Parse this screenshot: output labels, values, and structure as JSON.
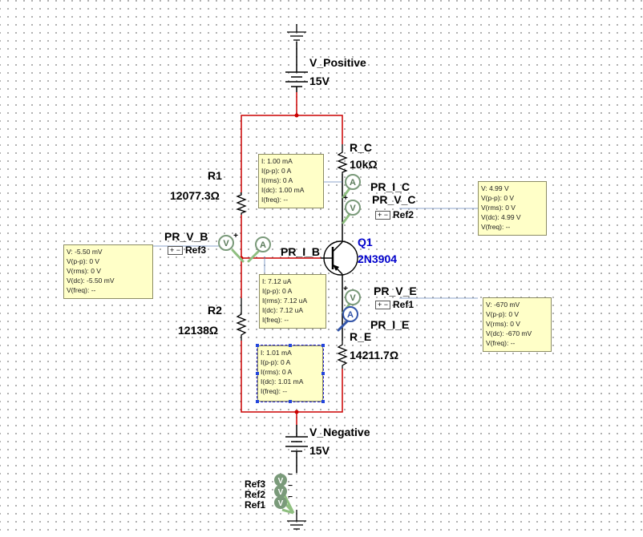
{
  "supplies": {
    "positive": {
      "name": "V_Positive",
      "value": "15V"
    },
    "negative": {
      "name": "V_Negative",
      "value": "15V"
    }
  },
  "components": {
    "r1": {
      "name": "R1",
      "value": "12077.3Ω"
    },
    "r2": {
      "name": "R2",
      "value": "12138Ω"
    },
    "rc": {
      "name": "R_C",
      "value": "10kΩ"
    },
    "re": {
      "name": "R_E",
      "value": "14211.7Ω"
    },
    "q1": {
      "name": "Q1",
      "model": "2N3904"
    }
  },
  "probes": {
    "pr_v_b": {
      "name": "PR_V_B",
      "ref": "Ref3",
      "glyph": "V"
    },
    "pr_i_b": {
      "name": "PR_I_B",
      "glyph": "A"
    },
    "pr_i_c": {
      "name": "PR_I_C",
      "glyph": "A"
    },
    "pr_v_c": {
      "name": "PR_V_C",
      "ref": "Ref2",
      "glyph": "V"
    },
    "pr_v_e": {
      "name": "PR_V_E",
      "ref": "Ref1",
      "glyph": "V"
    },
    "pr_i_e": {
      "name": "PR_I_E",
      "glyph": "A"
    }
  },
  "reference_probes": [
    "Ref3",
    "Ref2",
    "Ref1"
  ],
  "readouts": {
    "i_c": [
      "I: 1.00 mA",
      "I(p-p): 0 A",
      "I(rms): 0 A",
      "I(dc): 1.00 mA",
      "I(freq): --"
    ],
    "v_c": [
      "V: 4.99 V",
      "V(p-p): 0 V",
      "V(rms): 0 V",
      "V(dc): 4.99 V",
      "V(freq): --"
    ],
    "v_b": [
      "V: -5.50 mV",
      "V(p-p): 0 V",
      "V(rms): 0 V",
      "V(dc): -5.50 mV",
      "V(freq): --"
    ],
    "i_b": [
      "I: 7.12 uA",
      "I(p-p): 0 A",
      "I(rms): 7.12 uA",
      "I(dc): 7.12 uA",
      "I(freq): --"
    ],
    "v_e": [
      "V: -670 mV",
      "V(p-p): 0 V",
      "V(rms): 0 V",
      "V(dc): -670 mV",
      "V(freq): --"
    ],
    "i_e": [
      "I: 1.01 mA",
      "I(p-p): 0 A",
      "I(rms): 0 A",
      "I(dc): 1.01 mA",
      "I(freq): --"
    ]
  },
  "colors": {
    "wire": "#cc0000",
    "probe": "#7a9a7a",
    "transistor_label": "#0000cc",
    "readout_bg": "#ffffc8"
  }
}
